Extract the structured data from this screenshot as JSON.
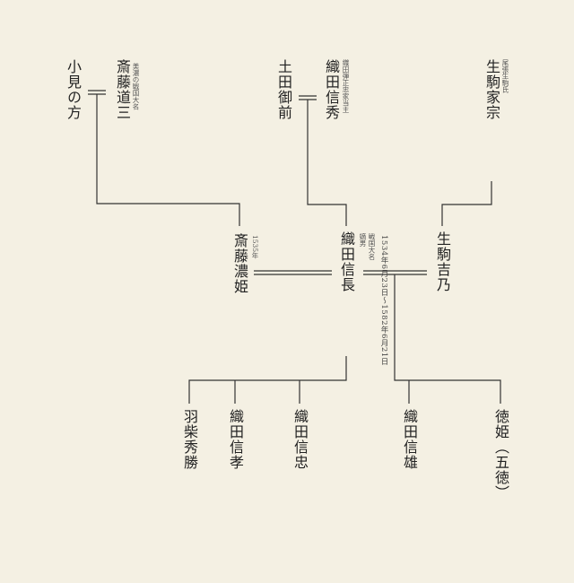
{
  "people": {
    "omi_no_kata": "小見の方",
    "saito_dosan": "斎藤道三",
    "dota_gozen": "土田御前",
    "oda_nobuhide": "織田信秀",
    "ikoma_iemune": "生駒家宗",
    "saito_nohime": "斎藤濃姫",
    "oda_nobunaga": "織田信長",
    "ikoma_kitsuno": "生駒吉乃",
    "hashiba_hidekatsu": "羽柴秀勝",
    "oda_nobutaka": "織田信孝",
    "oda_nobutada": "織田信忠",
    "oda_nobukatsu": "織田信雄",
    "tokuhime": "徳姫（五徳）"
  },
  "notes": {
    "dosan": "美濃の戦国大名",
    "nobuhide": "織田弾正忠家当主",
    "iemune": "尾張生駒氏",
    "nobunaga_title": "戦国大名",
    "nobunaga_rank": "嫡男",
    "nohime_year": "1535年"
  },
  "dates": {
    "nobunaga_life": "1534年6月23日〜1582年6月21日"
  },
  "colors": {
    "background": "#f4f0e3",
    "line": "#333333",
    "text": "#222222"
  }
}
